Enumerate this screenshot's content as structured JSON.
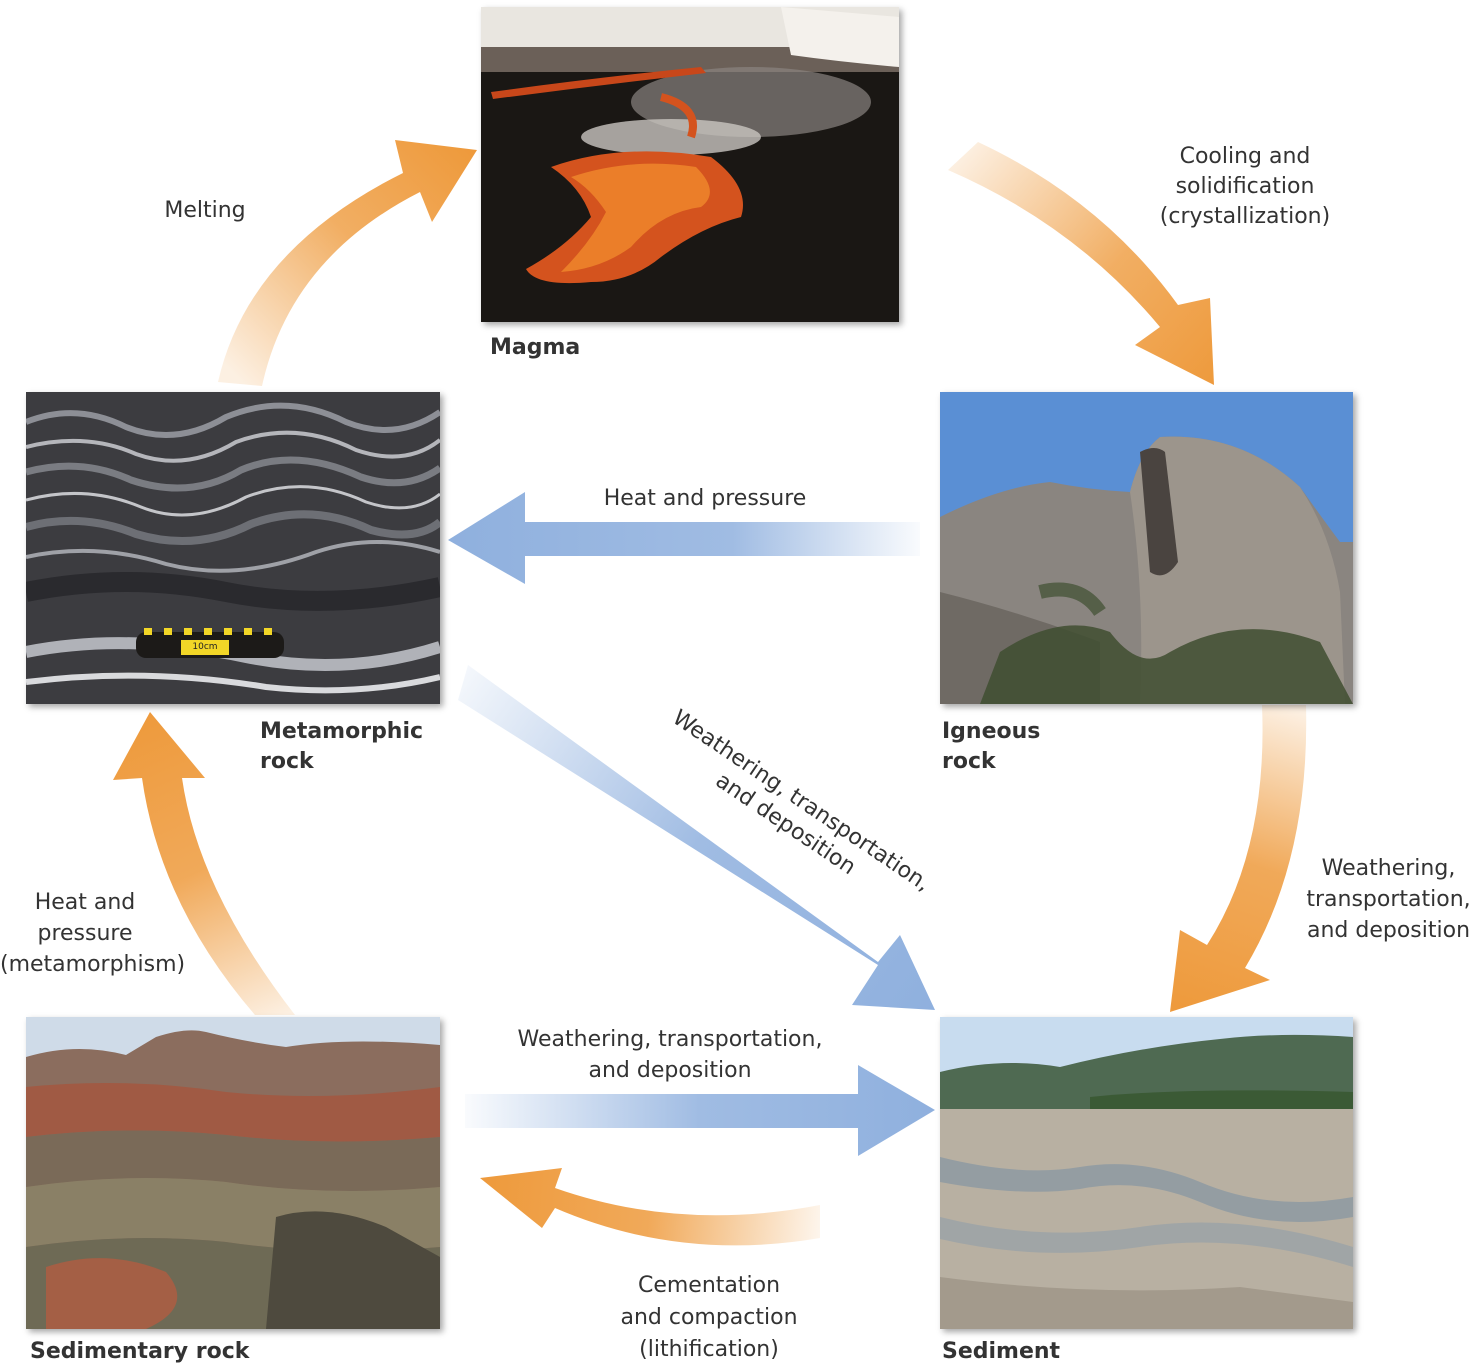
{
  "rock_types": {
    "magma": "Magma",
    "igneous": "Igneous\nrock",
    "metamorphic": "Metamorphic\nrock",
    "sedimentary": "Sedimentary rock",
    "sediment": "Sediment"
  },
  "processes": {
    "melting": "Melting",
    "cooling": "Cooling and\nsolidification\n(crystallization)",
    "heat_pressure_top": "Heat and pressure",
    "weathering_diagonal_1": "Weathering, transportation,",
    "weathering_diagonal_2": "and deposition",
    "weathering_right": "Weathering,\ntransportation,\nand deposition",
    "heat_pressure_left": "Heat and\npressure\n(metamorphism)",
    "weathering_bottom": "Weathering, transportation,\nand deposition",
    "cementation": "Cementation\nand compaction\n(lithification)"
  },
  "photo_annotations": {
    "scale_bar": "10cm"
  },
  "colors": {
    "orange_arrow": "#ee9a3c",
    "blue_arrow": "#8fb0de"
  }
}
